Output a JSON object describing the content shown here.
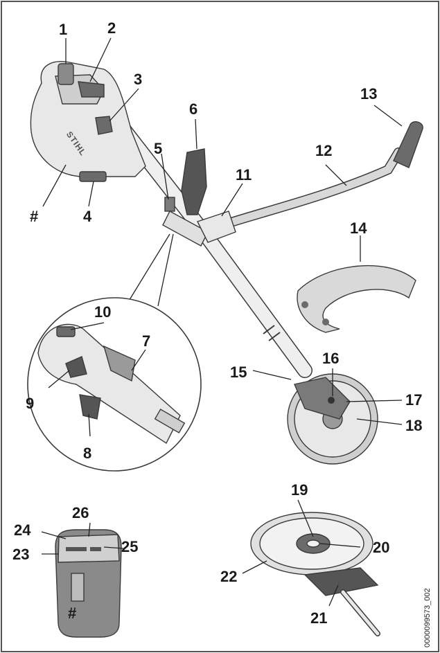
{
  "labels": {
    "n1": "1",
    "n2": "2",
    "n3": "3",
    "n4": "4",
    "n5": "5",
    "n6": "6",
    "n7": "7",
    "n8": "8",
    "n9": "9",
    "n10": "10",
    "n11": "11",
    "n12": "12",
    "n13": "13",
    "n14": "14",
    "n15": "15",
    "n16": "16",
    "n17": "17",
    "n18": "18",
    "n19": "19",
    "n20": "20",
    "n21": "21",
    "n22": "22",
    "n23": "23",
    "n24": "24",
    "n25": "25",
    "n26": "26",
    "hash_motor": "#",
    "hash_battery": "#"
  },
  "brand_text": "STIHL",
  "figure_code": "0000099573_002",
  "colors": {
    "outline": "#3a3a3a",
    "body_light": "#e8e8e8",
    "body_mid": "#c8c8c8",
    "body_dark": "#6b6b6b",
    "battery_dark": "#8a8a8a"
  }
}
